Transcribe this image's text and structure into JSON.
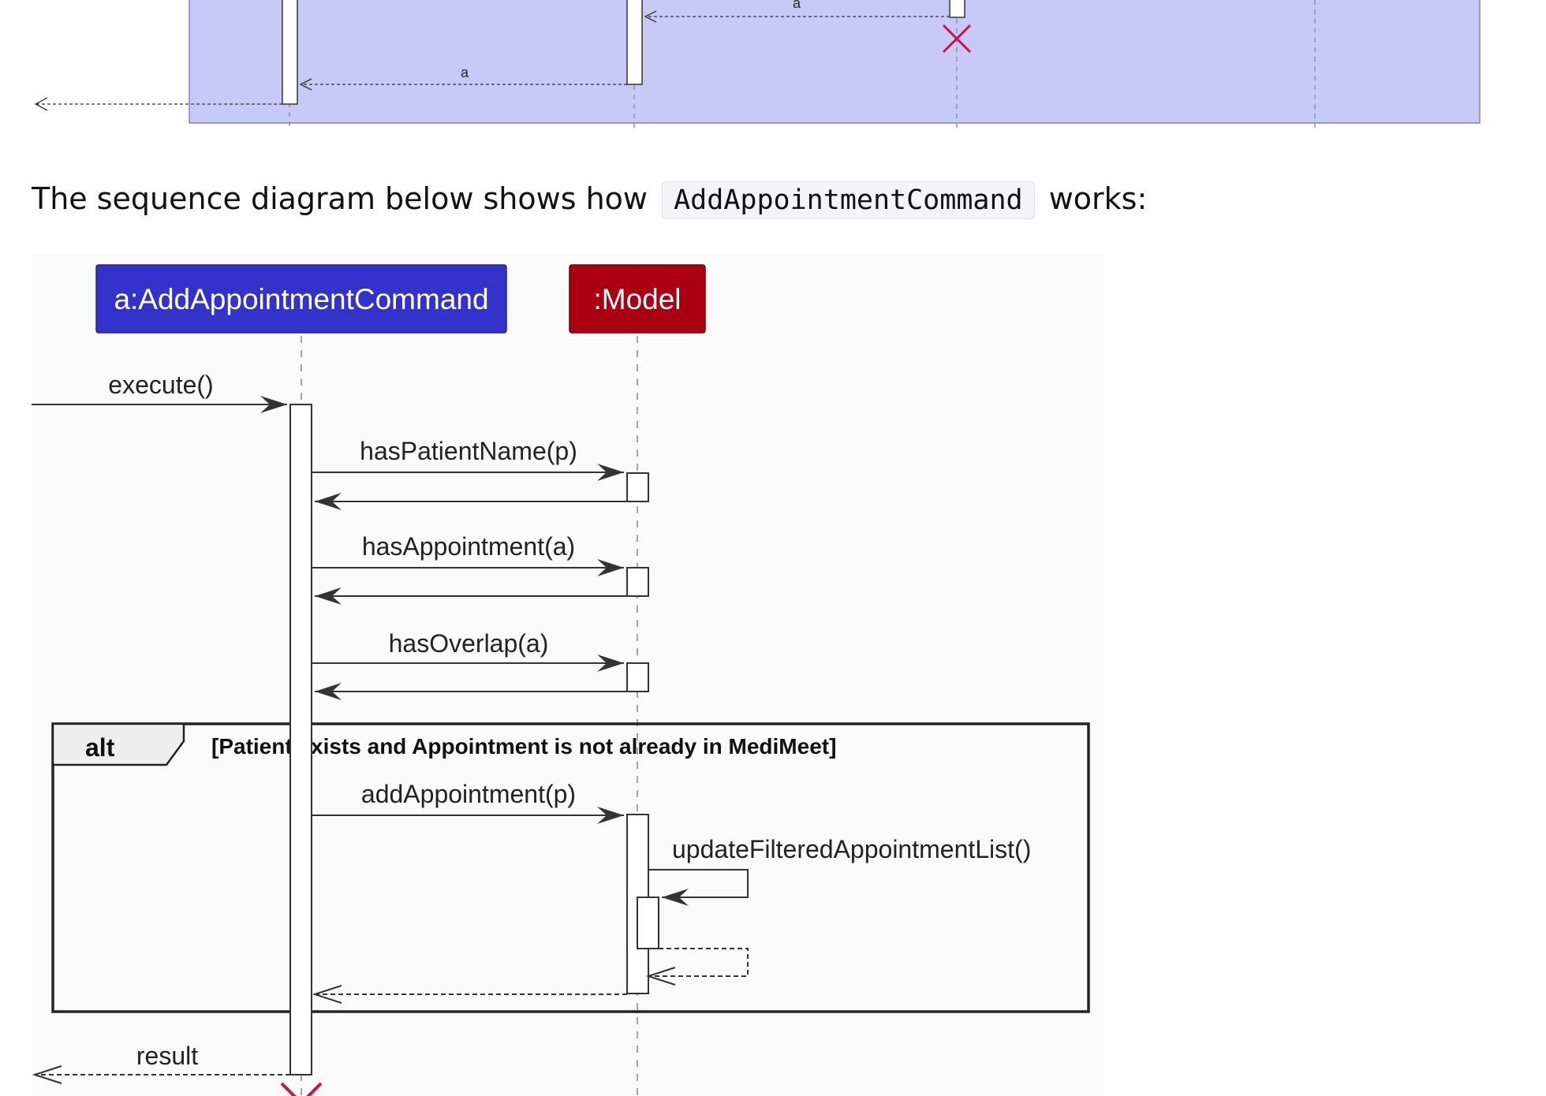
{
  "top_diagram": {
    "message_labels": [
      "a",
      "a"
    ]
  },
  "intro": {
    "before": "The sequence diagram below shows how",
    "code": "AddAppointmentCommand",
    "after": "works:"
  },
  "sequence": {
    "participants": [
      {
        "name": "a:AddAppointmentCommand",
        "color": "#3333cc"
      },
      {
        "name": ":Model",
        "color": "#aa0011"
      }
    ],
    "calls": {
      "execute": "execute()",
      "has_patient_name": "hasPatientName(p)",
      "has_appointment": "hasAppointment(a)",
      "has_overlap": "hasOverlap(a)",
      "add_appointment": "addAppointment(p)",
      "update_filtered": "updateFilteredAppointmentList()",
      "result": "result"
    },
    "alt_fragment": {
      "keyword": "alt",
      "guard": "[Patient exists and Appointment is not already in MediMeet]"
    },
    "colors": {
      "top_diagram_fill": "#c9c9f8",
      "destroy_mark": "#cc1144",
      "diagram_background": "#fafafa"
    }
  }
}
